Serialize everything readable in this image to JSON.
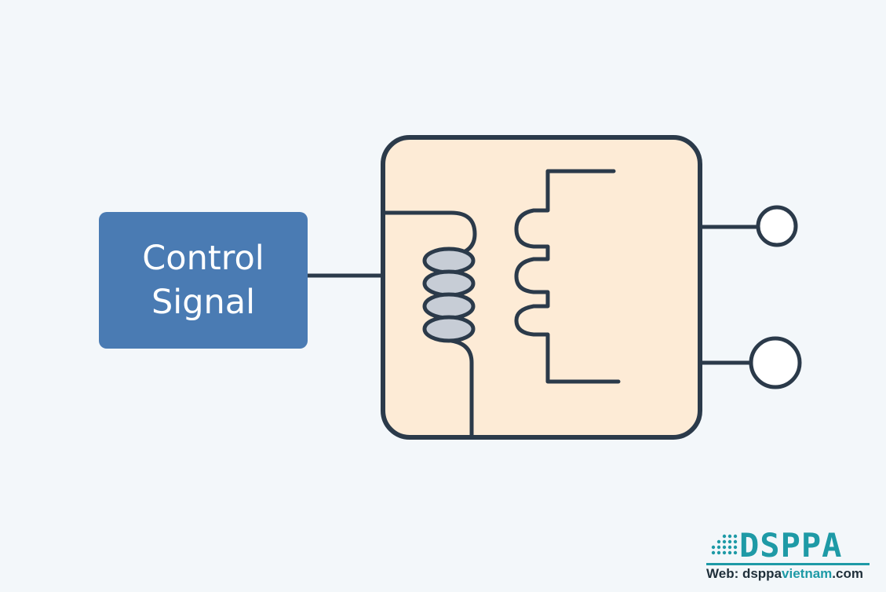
{
  "diagram": {
    "control_label_line1": "Control",
    "control_label_line2": "Signal",
    "colors": {
      "background": "#f3f7fa",
      "control_box": "#4a7bb3",
      "relay_body": "#fdebd6",
      "stroke": "#2b3a4a",
      "coil": "#c7cdd6"
    }
  },
  "logo": {
    "brand": "DSPPA",
    "web_prefix": "Web: dsppa",
    "web_accent": "vietnam",
    "web_suffix": ".com",
    "color": "#1e9aa6"
  }
}
